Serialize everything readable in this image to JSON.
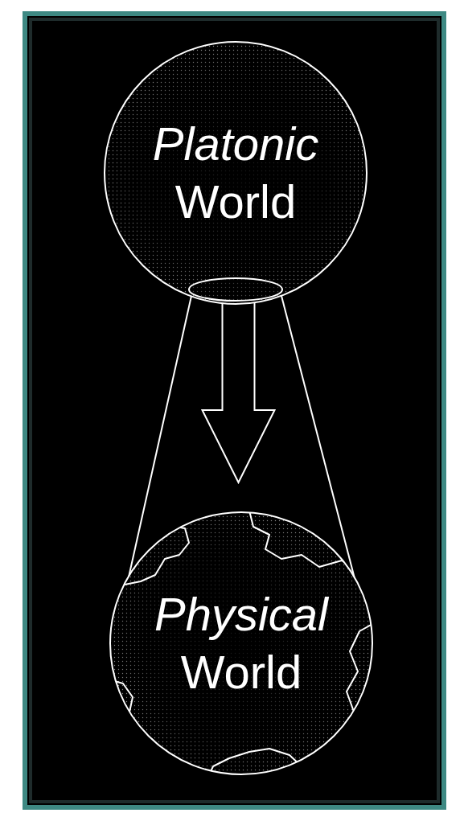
{
  "diagram": {
    "nodes": [
      {
        "text": [
          "Platonic World"
        ]
      },
      {
        "text": [
          "Physical World"
        ]
      }
    ],
    "edges": [
      {
        "from": 0,
        "to": 1,
        "arrow": "to"
      }
    ]
  }
}
